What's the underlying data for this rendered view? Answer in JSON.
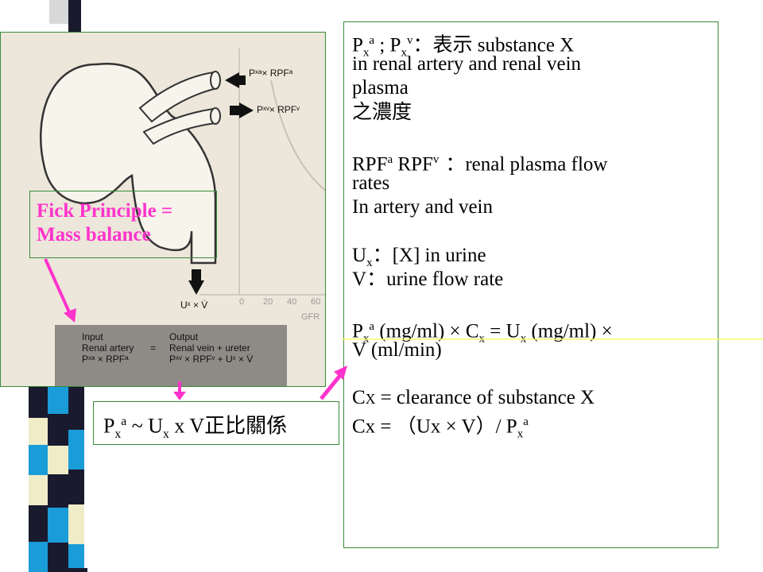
{
  "colors": {
    "accent_magenta": "#ff33cc",
    "panel_border": "#3a8a3a",
    "stripe_blue": "#1a9cd8",
    "stripe_dark": "#1a1a2e",
    "stripe_pale": "#f0ecc8"
  },
  "figure": {
    "input_label": "Input",
    "renal_artery_label": "Renal artery",
    "output_label": "Output",
    "renal_vein_ureter_label": "Renal vein + ureter",
    "eq": "=",
    "lhs_formula": "Pˣᵃ × RPFᵃ",
    "rhs_formula": "Pˣᵛ × RPFᵛ + Uˣ × V̇",
    "arrow_in_label": "Pˣᵃ× RPFᵃ",
    "arrow_out_label": "Pˣᵛ× RPFᵛ",
    "urine_label": "Uˣ × V̇",
    "axis_label": "GFR",
    "tick_0": "0",
    "tick_20": "20",
    "tick_40": "40",
    "tick_60": "60"
  },
  "fick_box": {
    "line1": "Fick Principle =",
    "line2": "Mass balance"
  },
  "proportional_box": {
    "p": "P",
    "p_sub": "x",
    "p_sup": "a",
    "rest1": " ~ U",
    "u_sub": "x",
    "rest2": " x V",
    "cjk": "正比關係"
  },
  "main_panel": {
    "l1_p1": "P",
    "l1_sub1": "x",
    "l1_sup1": "a",
    "l1_mid": " ; P",
    "l1_sub2": "x",
    "l1_sup2": "v",
    "l1_colon": "：",
    "l1_cjk": "表示",
    "l1_end": " substance X",
    "l2": "in renal artery and renal vein",
    "l3": "plasma",
    "l4": "之濃度",
    "l5_a": "RPF",
    "l5_sup1": "a",
    "l5_b": " RPF",
    "l5_sup2": "v",
    "l5_colon": " ：",
    "l5_end": "renal plasma flow",
    "l6": "rates",
    "l7": "In artery and vein",
    "l8_u": "U",
    "l8_sub": "x",
    "l8_colon": "：",
    "l8_end": "[X] in urine",
    "l9_v": "V",
    "l9_colon": "：",
    "l9_end": "urine flow rate",
    "l10_p": "P",
    "l10_sub": "x",
    "l10_sup": "a",
    "l10_mid": " (mg/ml) × C",
    "l10_sub2": "x",
    "l10_mid2": " = U",
    "l10_sub3": "x",
    "l10_end": " (mg/ml) ×",
    "l11": "V (ml/min)",
    "l12_c": "C",
    "l12_x": "X",
    "l12_end": " = clearance of  substance X",
    "l13_a": "Cx = ",
    "l13_paren1": "（",
    "l13_b": "Ux × V",
    "l13_paren2": "）",
    "l13_c": "/ P",
    "l13_sub": "x",
    "l13_sup": "a"
  }
}
